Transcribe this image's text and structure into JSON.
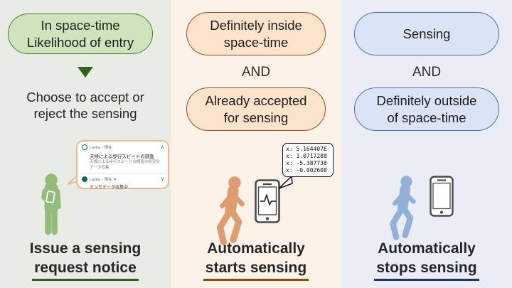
{
  "colors": {
    "left-bg": "#e9ece4",
    "left-pill-bg": "#cde4bc",
    "left-pill-border": "#4c7a33",
    "left-accent": "#33611c",
    "left-person": "#94bb7b",
    "mid-bg": "#fdf2e8",
    "mid-pill-bg": "#fbe3cc",
    "mid-pill-border": "#9a4f20",
    "mid-accent": "#8d4a15",
    "mid-person": "#dd9d71",
    "right-bg": "#eaedf6",
    "right-pill-bg": "#dbe4f4",
    "right-pill-border": "#4a6fae",
    "right-accent": "#1f3565",
    "right-person": "#93b0d8",
    "note-border": "#f3b893",
    "teal": "#0c6b5d",
    "phone-stroke": "#4a4a4a"
  },
  "left": {
    "pill_line1": "In space-time",
    "pill_line2": "Likelihood of entry",
    "step_line1": "Choose to accept or",
    "step_line2": "reject the sensing",
    "notification": {
      "app1": "Lavba・現在",
      "chevron_up": "∧",
      "title1": "天候による歩行スピードの調査",
      "body1": "天候による歩行スピードの調査の研究のデータ収集",
      "app2": "Lavba・現在 ▼",
      "chevron_down": "∨",
      "body2": "センサデータ収集中"
    },
    "caption_line1": "Issue a sensing",
    "caption_line2": "request notice"
  },
  "middle": {
    "pill1_line1": "Definitely inside",
    "pill1_line2": "space-time",
    "and_label": "AND",
    "pill2_line1": "Already accepted",
    "pill2_line2": "for sensing",
    "sensor_readout": [
      "x: 5.164407E",
      "x: 1.0717288",
      "x: -5.387738",
      "x: -0.002608"
    ],
    "caption_line1": "Automatically",
    "caption_line2": "starts sensing"
  },
  "right": {
    "pill1": "Sensing",
    "and_label": "AND",
    "pill2_line1": "Definitely outside",
    "pill2_line2": "of space-time",
    "caption_line1": "Automatically",
    "caption_line2": "stops sensing"
  }
}
